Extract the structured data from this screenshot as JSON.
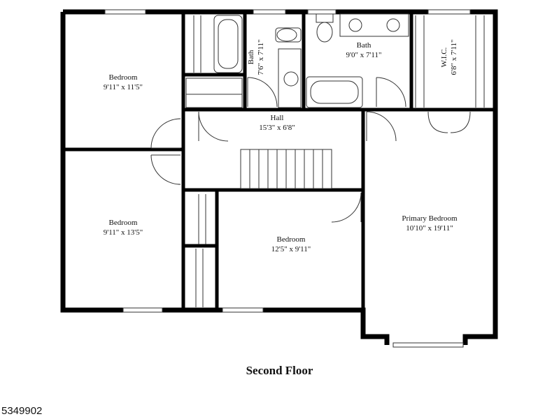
{
  "plan": {
    "title": "Second Floor",
    "listing_id": "5349902",
    "rooms": [
      {
        "id": "bedroom-nw",
        "name": "Bedroom",
        "size": "9'11\" x 11'5\"",
        "rotated": false
      },
      {
        "id": "bath-small",
        "name": "Bath",
        "size": "7'6\" x 7'11\"",
        "rotated": true
      },
      {
        "id": "bath-large",
        "name": "Bath",
        "size": "9'0\" x 7'11\"",
        "rotated": false
      },
      {
        "id": "wic",
        "name": "W.I.C.",
        "size": "6'8\" x 7'11\"",
        "rotated": true
      },
      {
        "id": "hall",
        "name": "Hall",
        "size": "15'3\" x 6'8\"",
        "rotated": false
      },
      {
        "id": "bedroom-sw",
        "name": "Bedroom",
        "size": "9'11\" x 13'5\"",
        "rotated": false
      },
      {
        "id": "bedroom-s",
        "name": "Bedroom",
        "size": "12'5\" x 9'11\"",
        "rotated": false
      },
      {
        "id": "primary-bedroom",
        "name": "Primary Bedroom",
        "size": "10'10\" x 19'11\"",
        "rotated": false
      }
    ]
  }
}
